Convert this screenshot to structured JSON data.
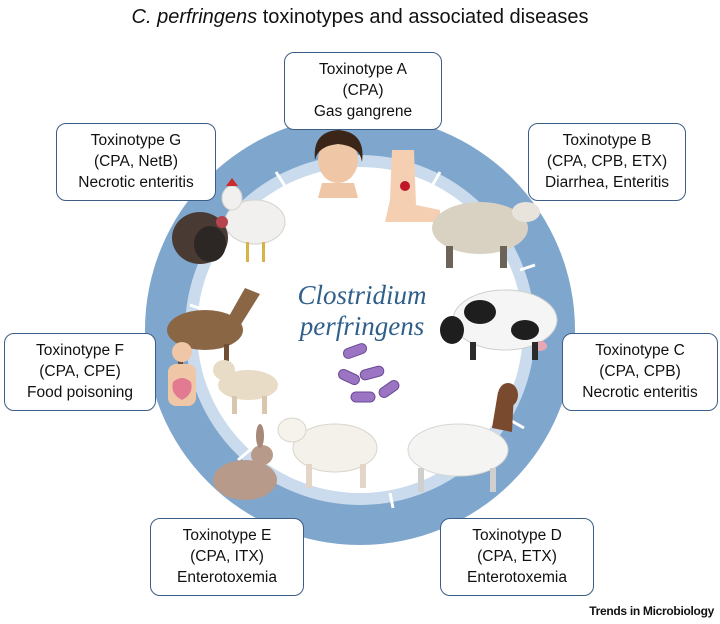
{
  "title": {
    "italic": "C. perfringens",
    "rest": "toxinotypes and associated diseases"
  },
  "center": {
    "line1": "Clostridium",
    "line2": "perfringens"
  },
  "toxinotypes": [
    {
      "id": "A",
      "name": "Toxinotype A",
      "toxins": "(CPA)",
      "disease": "Gas gangrene"
    },
    {
      "id": "B",
      "name": "Toxinotype B",
      "toxins": "(CPA, CPB, ETX)",
      "disease": "Diarrhea, Enteritis"
    },
    {
      "id": "C",
      "name": "Toxinotype C",
      "toxins": "(CPA, CPB)",
      "disease": "Necrotic enteritis"
    },
    {
      "id": "D",
      "name": "Toxinotype D",
      "toxins": "(CPA, ETX)",
      "disease": "Enterotoxemia"
    },
    {
      "id": "E",
      "name": "Toxinotype E",
      "toxins": "(CPA, ITX)",
      "disease": "Enterotoxemia"
    },
    {
      "id": "F",
      "name": "Toxinotype F",
      "toxins": "(CPA, CPE)",
      "disease": "Food poisoning"
    },
    {
      "id": "G",
      "name": "Toxinotype G",
      "toxins": "(CPA, NetB)",
      "disease": "Necrotic enteritis"
    }
  ],
  "credit": "Trends in Microbiology",
  "colors": {
    "outer_ring": "#7fa6cc",
    "inner_ring": "#c9dbec",
    "box_border": "#3c5d86",
    "center_text": "#2f5f8a",
    "bacteria": "#9b74c4"
  }
}
